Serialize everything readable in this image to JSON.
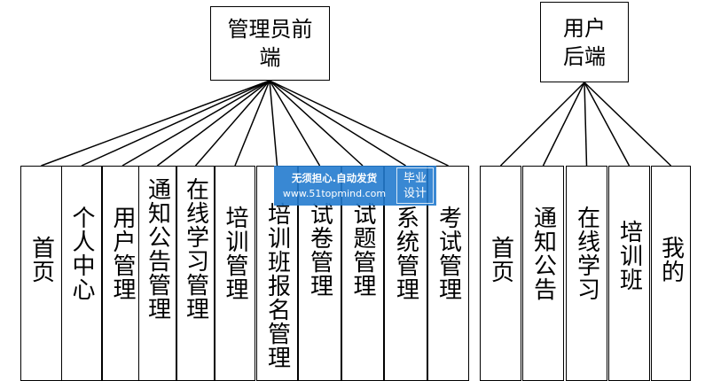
{
  "admin": {
    "lines": [
      "管理员前",
      "端"
    ],
    "children": [
      "首页",
      "个人中心",
      "用户管理",
      "通知公告管理",
      "在线学习管理",
      "培训管理",
      "培训班报名管理",
      "试卷管理",
      "试题管理",
      "系统管理",
      "考试管理"
    ]
  },
  "user": {
    "lines": [
      "用户",
      "后端"
    ],
    "children": [
      "首页",
      "通知公告",
      "在线学习",
      "培训班",
      "我的"
    ]
  },
  "watermark": {
    "line1": "无须担心.自动发货",
    "line2": "www.51topmind.com",
    "badge_line1": "毕业",
    "badge_line2": "设计"
  }
}
